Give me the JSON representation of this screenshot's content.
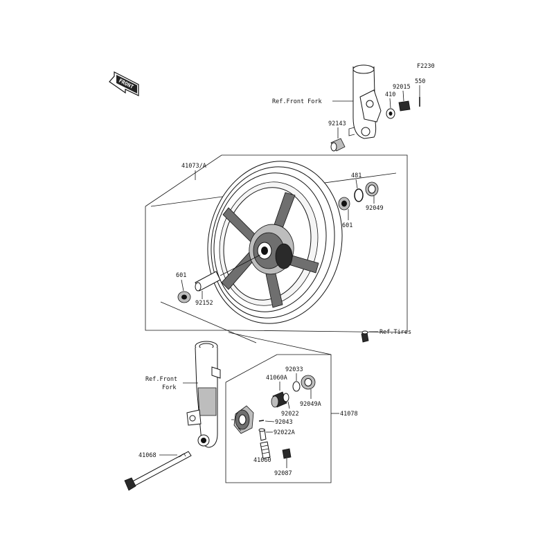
{
  "diagram": {
    "code": "F2230",
    "front_label": "FRONT",
    "labels": {
      "p550": "550",
      "p92015": "92015",
      "p410": "410",
      "ref_front_fork_top": "Ref.Front Fork",
      "p92143": "92143",
      "p41073a": "41073/A",
      "p481": "481",
      "p92049": "92049",
      "p601_right": "601",
      "p601_left": "601",
      "p92152": "92152",
      "ref_tires": "Ref.Tires",
      "ref_front_line1": "Ref.Front",
      "ref_front_line2": "Fork",
      "p92033": "92033",
      "p41060a": "41060A",
      "p92049a": "92049A",
      "p92022": "92022",
      "p92043": "92043",
      "p92022a": "92022A",
      "p41078": "41078",
      "p41068": "41068",
      "p41060": "41060",
      "p92087": "92087"
    }
  }
}
